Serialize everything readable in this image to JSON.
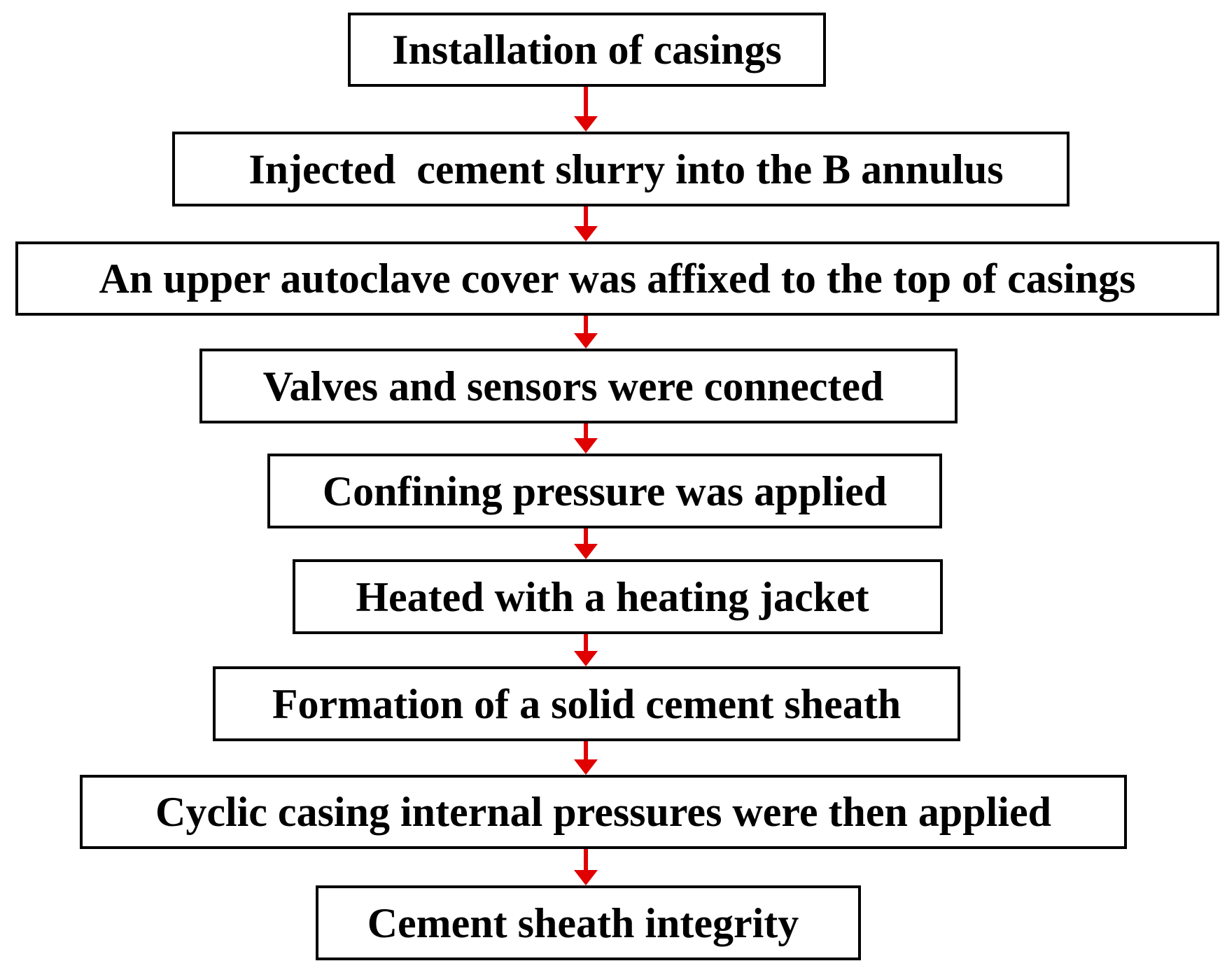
{
  "flowchart": {
    "steps": [
      "Installation of casings",
      " Injected  cement slurry into the B annulus",
      "An upper autoclave cover was affixed to the top of casings",
      "Valves and sensors were connected ",
      "Confining pressure was applied",
      "Heated with a heating jacket ",
      "Formation of a solid cement sheath",
      "Cyclic casing internal pressures were then applied",
      "Cement sheath integrity "
    ],
    "colors": {
      "arrow": "#e00000",
      "box_border": "#000000",
      "text": "#000000",
      "background": "#ffffff"
    }
  }
}
